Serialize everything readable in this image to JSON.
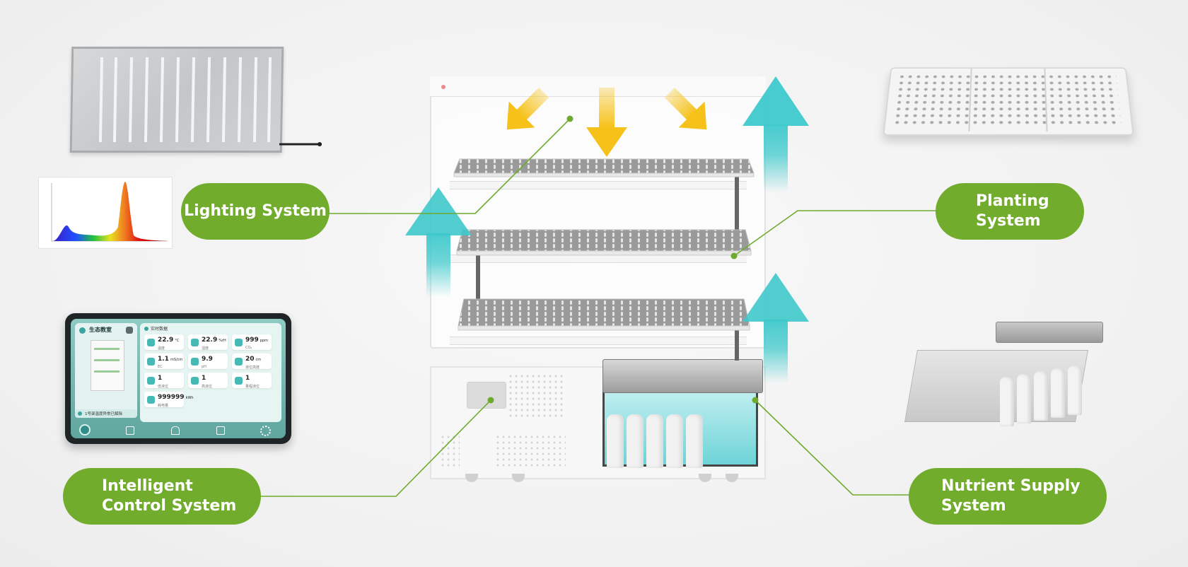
{
  "labels": {
    "lighting": [
      "Lighting System"
    ],
    "planting": [
      "Planting",
      "System"
    ],
    "control": [
      "Intelligent",
      "Control System"
    ],
    "nutrient": [
      "Nutrient Supply",
      "System"
    ]
  },
  "tablet": {
    "title": "生态教室",
    "section": "实时数据",
    "tiles": [
      {
        "value": "22.9",
        "unit": "°C",
        "label": "温度"
      },
      {
        "value": "22.9",
        "unit": "%rH",
        "label": "湿度"
      },
      {
        "value": "999",
        "unit": "ppm",
        "label": "CO₂"
      },
      {
        "value": "1.1",
        "unit": "mS/cm",
        "label": "EC"
      },
      {
        "value": "9.9",
        "unit": "",
        "label": "pH"
      },
      {
        "value": "20",
        "unit": "cm",
        "label": "液位高度"
      },
      {
        "value": "1",
        "unit": "",
        "label": "低液位"
      },
      {
        "value": "1",
        "unit": "",
        "label": "高液位"
      },
      {
        "value": "1",
        "unit": "",
        "label": "量程液位"
      },
      {
        "value": "999999",
        "unit": "kWh",
        "label": "耗电量"
      }
    ],
    "status": "1号架温度异常已解除"
  },
  "colors": {
    "label_green": "#72ac2c",
    "connector_green": "#6eaa2f",
    "arrow_yellow": "#f6c21a",
    "arrow_cyan": "#3fc9cc",
    "tablet_teal": "#6fb4ad"
  }
}
